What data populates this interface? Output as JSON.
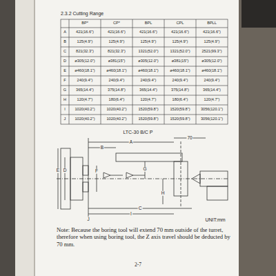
{
  "diagram": {
    "title": "2.3.2 Cutting Range",
    "labels": [
      "BP*",
      "CP*",
      "BPL",
      "CPL",
      "BPLL",
      "A",
      "421(16.6\")",
      "421(16.6\")",
      "421(16.6\")",
      "421(16.6\")",
      "421(16.6\")",
      "B",
      "125(4.9\")",
      "125(4.9\")",
      "125(4.9\")",
      "125(4.9\")",
      "125(4.9\")",
      "C",
      "821(32.3\")",
      "821(32.3\")",
      "1321(52.0\")",
      "1321(52.0\")",
      "2521(99.3\")",
      "D",
      "ø305(12.0\")",
      "ø381(15\")",
      "ø305(12.0\")",
      "ø381(15\")",
      "ø305(12.0\")",
      "E",
      "ø460(18.1\")",
      "ø460(18.1\")",
      "ø460(18.1\")",
      "ø460(18.1\")",
      "ø460(18.1\")",
      "F",
      "240(9.4\")",
      "240(9.4\")",
      "240(9.4\")",
      "240(9.4\")",
      "240(9.4\")",
      "G",
      "365(14.4\")",
      "375(14.8\")",
      "365(14.4\")",
      "375(14.8\")",
      "365(14.4\")",
      "H",
      "120(4.7\")",
      "180(6.4\")",
      "120(4.7\")",
      "180(6.4\")",
      "120(4.7\")",
      "I",
      "1020(40.2\")",
      "1020(40.2\")",
      "1520(59.8\")",
      "1520(59.8\")",
      "3056(120.1\")",
      "J",
      "1020(40.2\")",
      "1020(40.2\")",
      "1520(59.8\")",
      "1520(59.8\")",
      "3056(120.1\")",
      "LTC-30 B/C P",
      "A",
      "B",
      "C",
      "D",
      "E",
      "F",
      "G",
      "H",
      "I",
      "J",
      "70",
      "UNIT:mm",
      "Note: Because the boring tool will extend 70 mm outside of the turret, therefore when using boring tool, the Z axis travel should be deducted by 70 mm.",
      "2-7"
    ]
  }
}
